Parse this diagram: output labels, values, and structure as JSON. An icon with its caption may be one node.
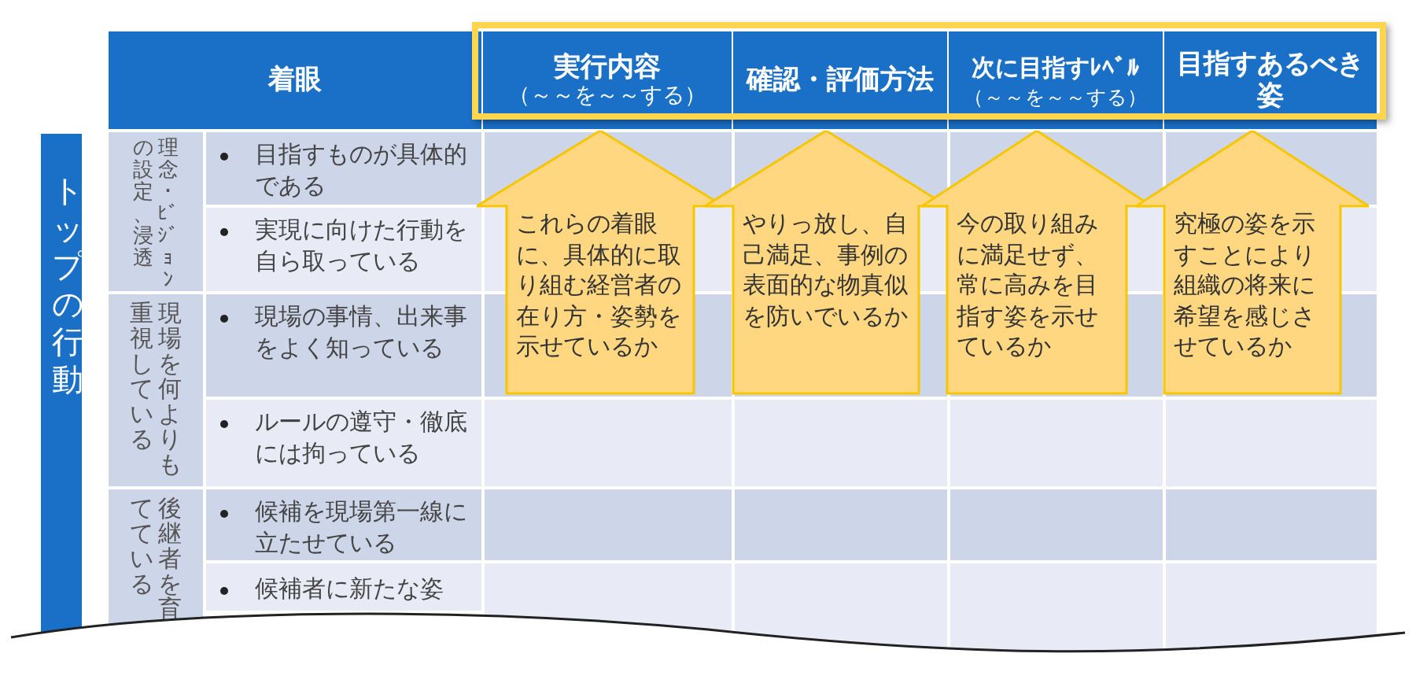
{
  "diagram": {
    "nodes": [
      {
        "text": [
          "これらの着眼に、具体的に取り組む経営者の在り方・姿勢を示せているか"
        ]
      },
      {
        "text": [
          "やりっ放し、自己満足、事例の表面的な物真似を防いでいるか"
        ]
      },
      {
        "text": [
          "今の取り組みに満足せず、常に高みを目指す姿を示せているか"
        ]
      },
      {
        "text": [
          "究極の姿を示すことにより組織の将来に希望を感じさせているか"
        ]
      }
    ],
    "labels": [
      "着眼",
      "実行内容",
      "（～～を～～する）",
      "確認・評価方法",
      "次に目指すﾚﾍﾞﾙ",
      "（～～を～～する）",
      "目指すあるべき姿",
      "トップの行動",
      "理念･ﾋﾞｼﾞｮﾝ",
      "の設定、浸透",
      "目指すものが具体的である",
      "実現に向けた行動を自ら取っている",
      "現場を何よりも",
      "重視している",
      "現場の事情、出来事をよく知っている",
      "ルールの遵守・徹底には拘っている",
      "後継者を育",
      "てている",
      "候補を現場第一線に立たせている",
      "候補者に新たな姿"
    ]
  }
}
